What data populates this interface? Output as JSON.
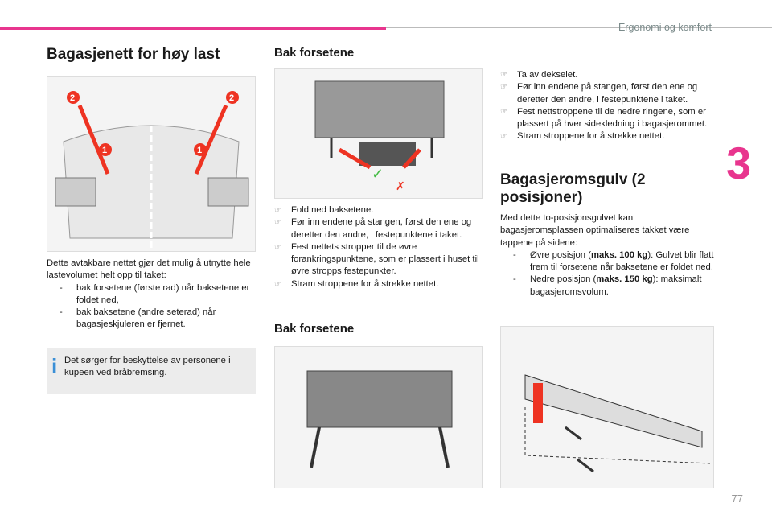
{
  "header": {
    "section": "Ergonomi og komfort",
    "chapter": "3",
    "page": "77"
  },
  "left": {
    "title": "Bagasjenett for høy last",
    "image_labels": [
      "2",
      "2",
      "1",
      "1"
    ],
    "intro": "Dette avtakbare nettet gjør det mulig å utnytte hele lastevolumet helt opp til taket:",
    "items": [
      "bak forsetene (første rad) når baksetene er foldet ned,",
      "bak baksetene (andre seterad) når bagasjeskjuleren er fjernet."
    ],
    "info": "Det sørger for beskyttelse av personene i kupeen ved bråbremsing."
  },
  "middle": {
    "heading1": "Bak forsetene",
    "steps": [
      "Fold ned baksetene.",
      "Før inn endene på stangen, først den ene og deretter den andre, i festepunktene i taket.",
      "Fest nettets stropper til de øvre forankringspunktene, som er plassert i huset til øvre stropps festepunkter.",
      "Stram stroppene for å strekke nettet."
    ],
    "heading2": "Bak forsetene"
  },
  "right": {
    "steps": [
      "Ta av dekselet.",
      "Før inn endene på stangen, først den ene og deretter den andre, i festepunktene i taket.",
      "Fest nettstroppene til de nedre ringene, som er plassert på hver sidekledning i bagasjerommet.",
      "Stram stroppene for å strekke nettet."
    ],
    "heading": "Bagasjeromsgulv (2 posisjoner)",
    "intro": "Med dette to-posisjonsgulvet kan bagasjeromsplassen optimaliseres takket være tappene på sidene:",
    "options": [
      {
        "pre": "Øvre posisjon (",
        "bold": "maks. 100 kg",
        "post": "): Gulvet blir flatt frem til forsetene når baksetene er foldet ned."
      },
      {
        "pre": "Nedre posisjon (",
        "bold": "maks. 150 kg",
        "post": "): maksimalt bagasjeromsvolum."
      }
    ]
  },
  "bullet_icon": "pointing-hand-icon",
  "colors": {
    "accent": "#e8358e",
    "info": "#3a8fd6"
  }
}
